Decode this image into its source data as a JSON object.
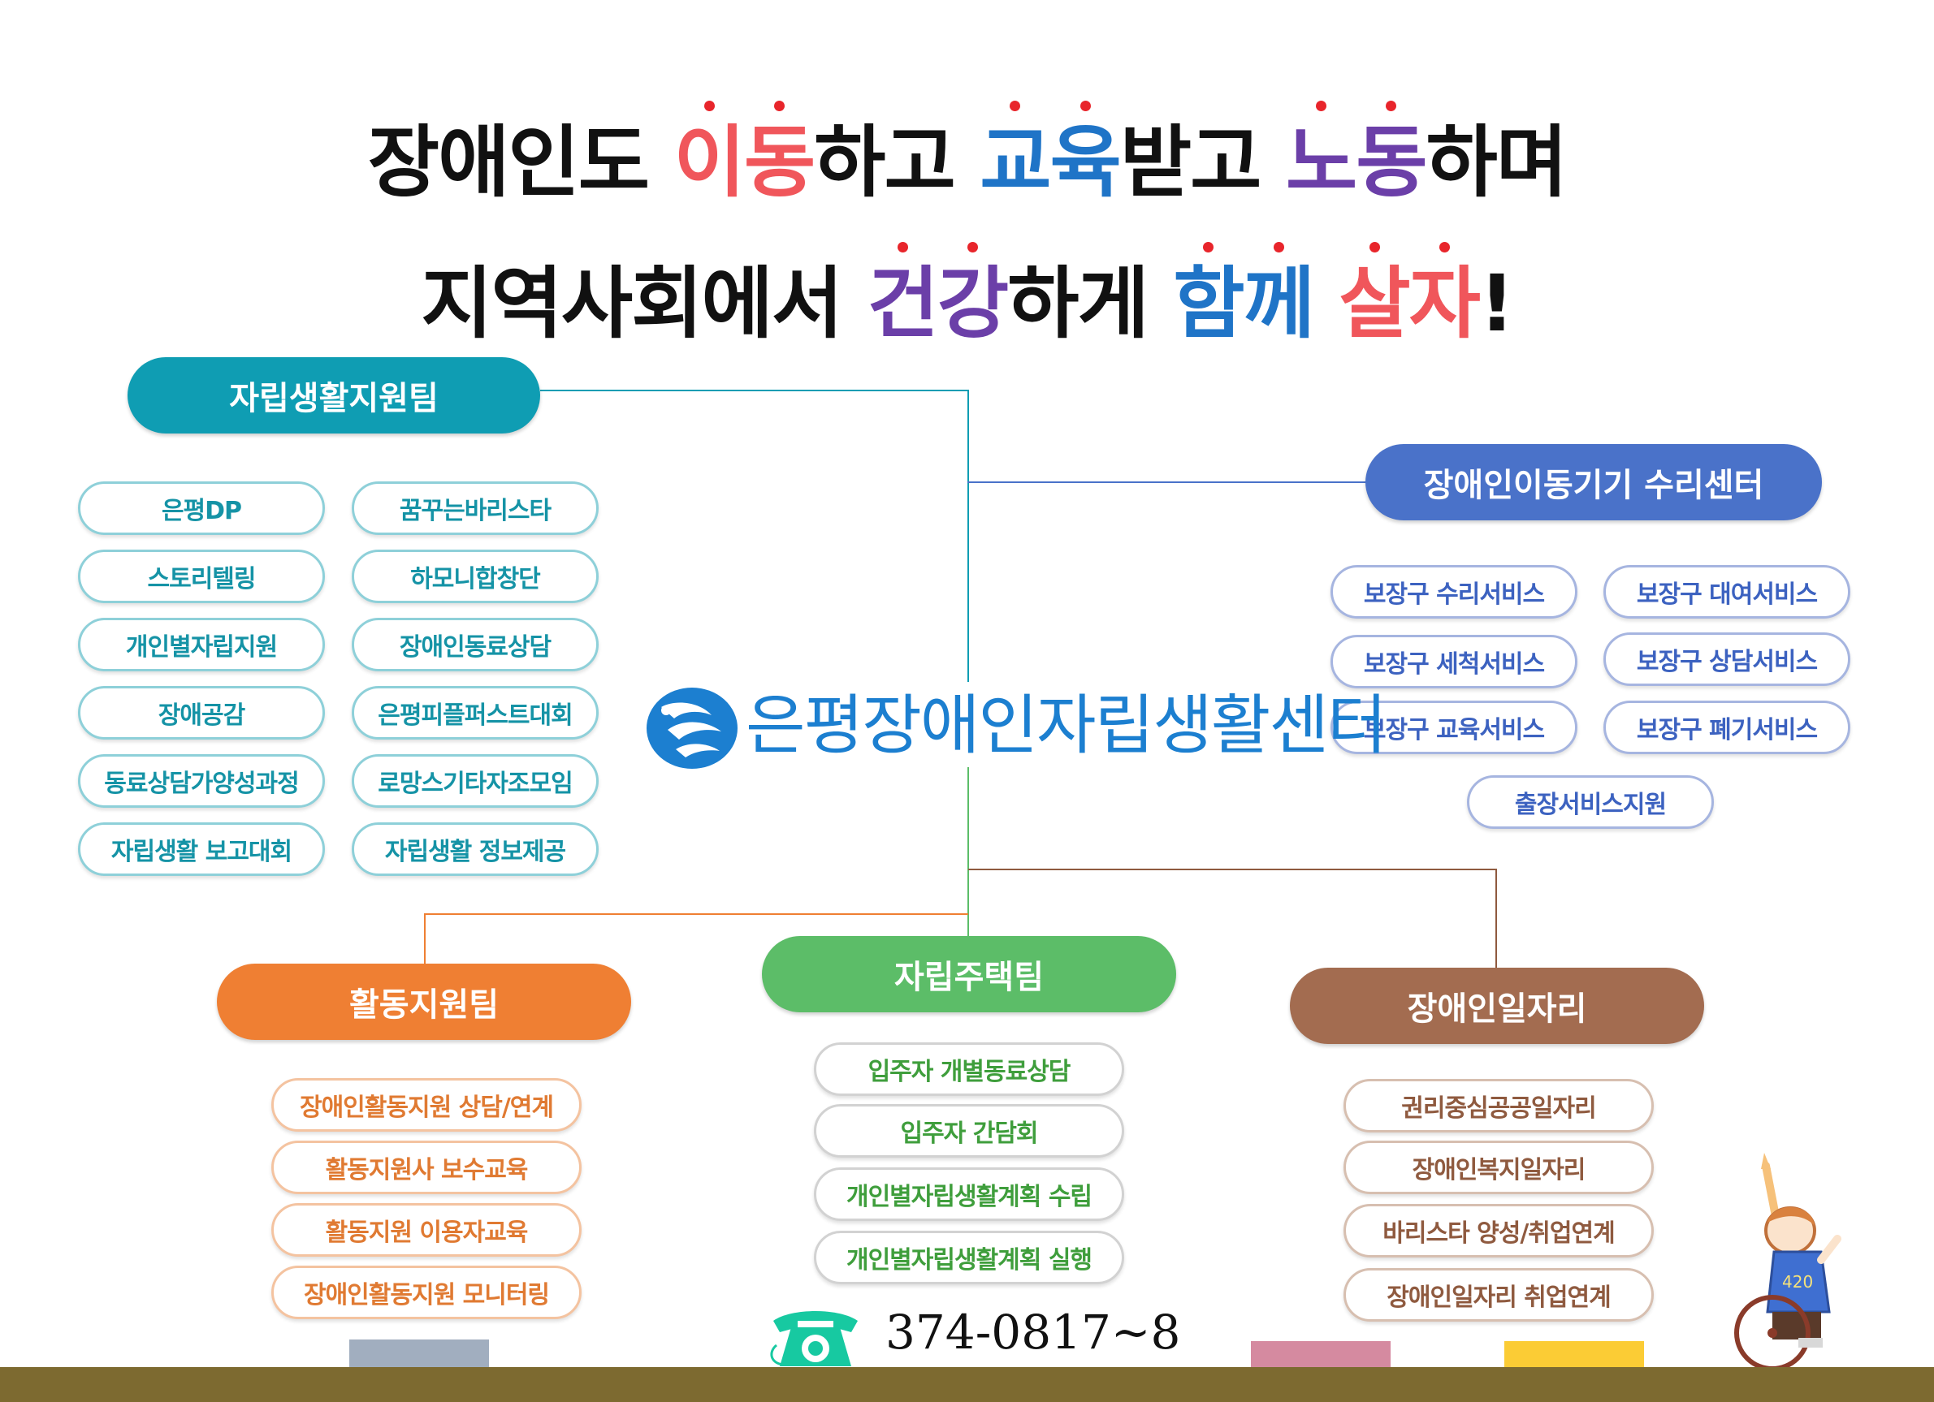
{
  "headline": {
    "line1": [
      {
        "text": "장애인도 ",
        "color": "#111111"
      },
      {
        "text": "이동",
        "color": "#f0565b",
        "dots": 2
      },
      {
        "text": "하고 ",
        "color": "#111111"
      },
      {
        "text": "교육",
        "color": "#1f74c7",
        "dots": 2
      },
      {
        "text": "받고 ",
        "color": "#111111"
      },
      {
        "text": "노동",
        "color": "#6b3fa8",
        "dots": 2
      },
      {
        "text": "하며",
        "color": "#111111"
      }
    ],
    "line2": [
      {
        "text": "지역사회에서 ",
        "color": "#111111"
      },
      {
        "text": "건강",
        "color": "#6b3fa8",
        "dots": 2
      },
      {
        "text": "하게 ",
        "color": "#111111"
      },
      {
        "text": "함께",
        "color": "#1f74c7",
        "dots": 2
      },
      {
        "text": " ",
        "color": "#111111"
      },
      {
        "text": "살자",
        "color": "#f0565b",
        "dots": 2
      },
      {
        "text": "!",
        "color": "#111111"
      }
    ]
  },
  "center": {
    "name": "은평장애인자립생활센터",
    "color": "#1c7fd0",
    "logo": "swirl-bird-logo"
  },
  "teams": {
    "independent_living": {
      "label": "자립생활지원팀",
      "color": "#0f9db3",
      "items": [
        "은평DP",
        "꿈꾸는바리스타",
        "스토리텔링",
        "하모니합창단",
        "개인별자립지원",
        "장애인동료상담",
        "장애공감",
        "은평피플퍼스트대회",
        "동료상담가양성과정",
        "로망스기타자조모임",
        "자립생활 보고대회",
        "자립생활 정보제공"
      ]
    },
    "mobility_repair": {
      "label": "장애인이동기기 수리센터",
      "color": "#4a72c9",
      "items": [
        "보장구 수리서비스",
        "보장구 대여서비스",
        "보장구 세척서비스",
        "보장구 상담서비스",
        "보장구 교육서비스",
        "보장구 폐기서비스",
        "출장서비스지원"
      ]
    },
    "activity_support": {
      "label": "활동지원팀",
      "color": "#ef7f33",
      "items": [
        "장애인활동지원 상담/연계",
        "활동지원사 보수교육",
        "활동지원 이용자교육",
        "장애인활동지원 모니터링"
      ]
    },
    "housing": {
      "label": "자립주택팀",
      "color": "#5cbd68",
      "items": [
        "입주자 개별동료상담",
        "입주자 간담회",
        "개인별자립생활계획 수립",
        "개인별자립생활계획 실행"
      ]
    },
    "jobs": {
      "label": "장애인일자리",
      "color": "#a36c50",
      "items": [
        "권리중심공공일자리",
        "장애인복지일자리",
        "바리스타 양성/취업연계",
        "장애인일자리 취업연계"
      ]
    }
  },
  "contact": {
    "phone": "374-0817~8",
    "icon": "telephone-icon"
  },
  "footer": {
    "bar_color": "#7d6a30",
    "tabs": [
      "#a1aebf",
      "#d58aa0",
      "#fbcc35"
    ]
  },
  "mascot": {
    "badge": "420",
    "icon": "wheelchair-person-icon"
  }
}
